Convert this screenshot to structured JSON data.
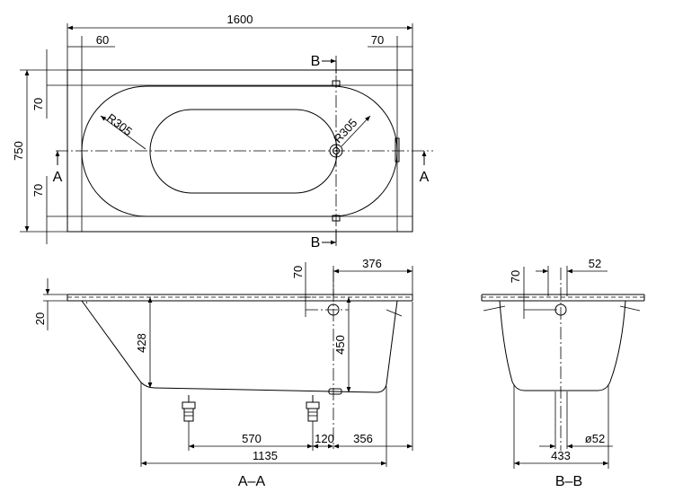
{
  "top_view": {
    "dims": {
      "length": "1600",
      "left_rim": "60",
      "right_rim": "70",
      "width": "750",
      "top_rim": "70",
      "bottom_rim": "70",
      "radius_left": "R305",
      "radius_right": "R305"
    },
    "cut_labels": {
      "section_b_top": "B",
      "section_b_bottom": "B",
      "section_a_left": "A",
      "section_a_right": "A"
    }
  },
  "section_a": {
    "dims": {
      "rim_thickness": "20",
      "depth_left": "428",
      "overflow_offset": "70",
      "depth_right": "450",
      "overflow_from_end": "376",
      "feet_spacing": "570",
      "feet_to_drain": "120",
      "drain_from_end": "356",
      "bottom_length": "1135"
    },
    "title": "A–A"
  },
  "section_b": {
    "dims": {
      "overflow_offset": "70",
      "overflow_dia": "52",
      "drain_dia": "ø52",
      "bottom_width": "433"
    },
    "title": "B–B"
  }
}
